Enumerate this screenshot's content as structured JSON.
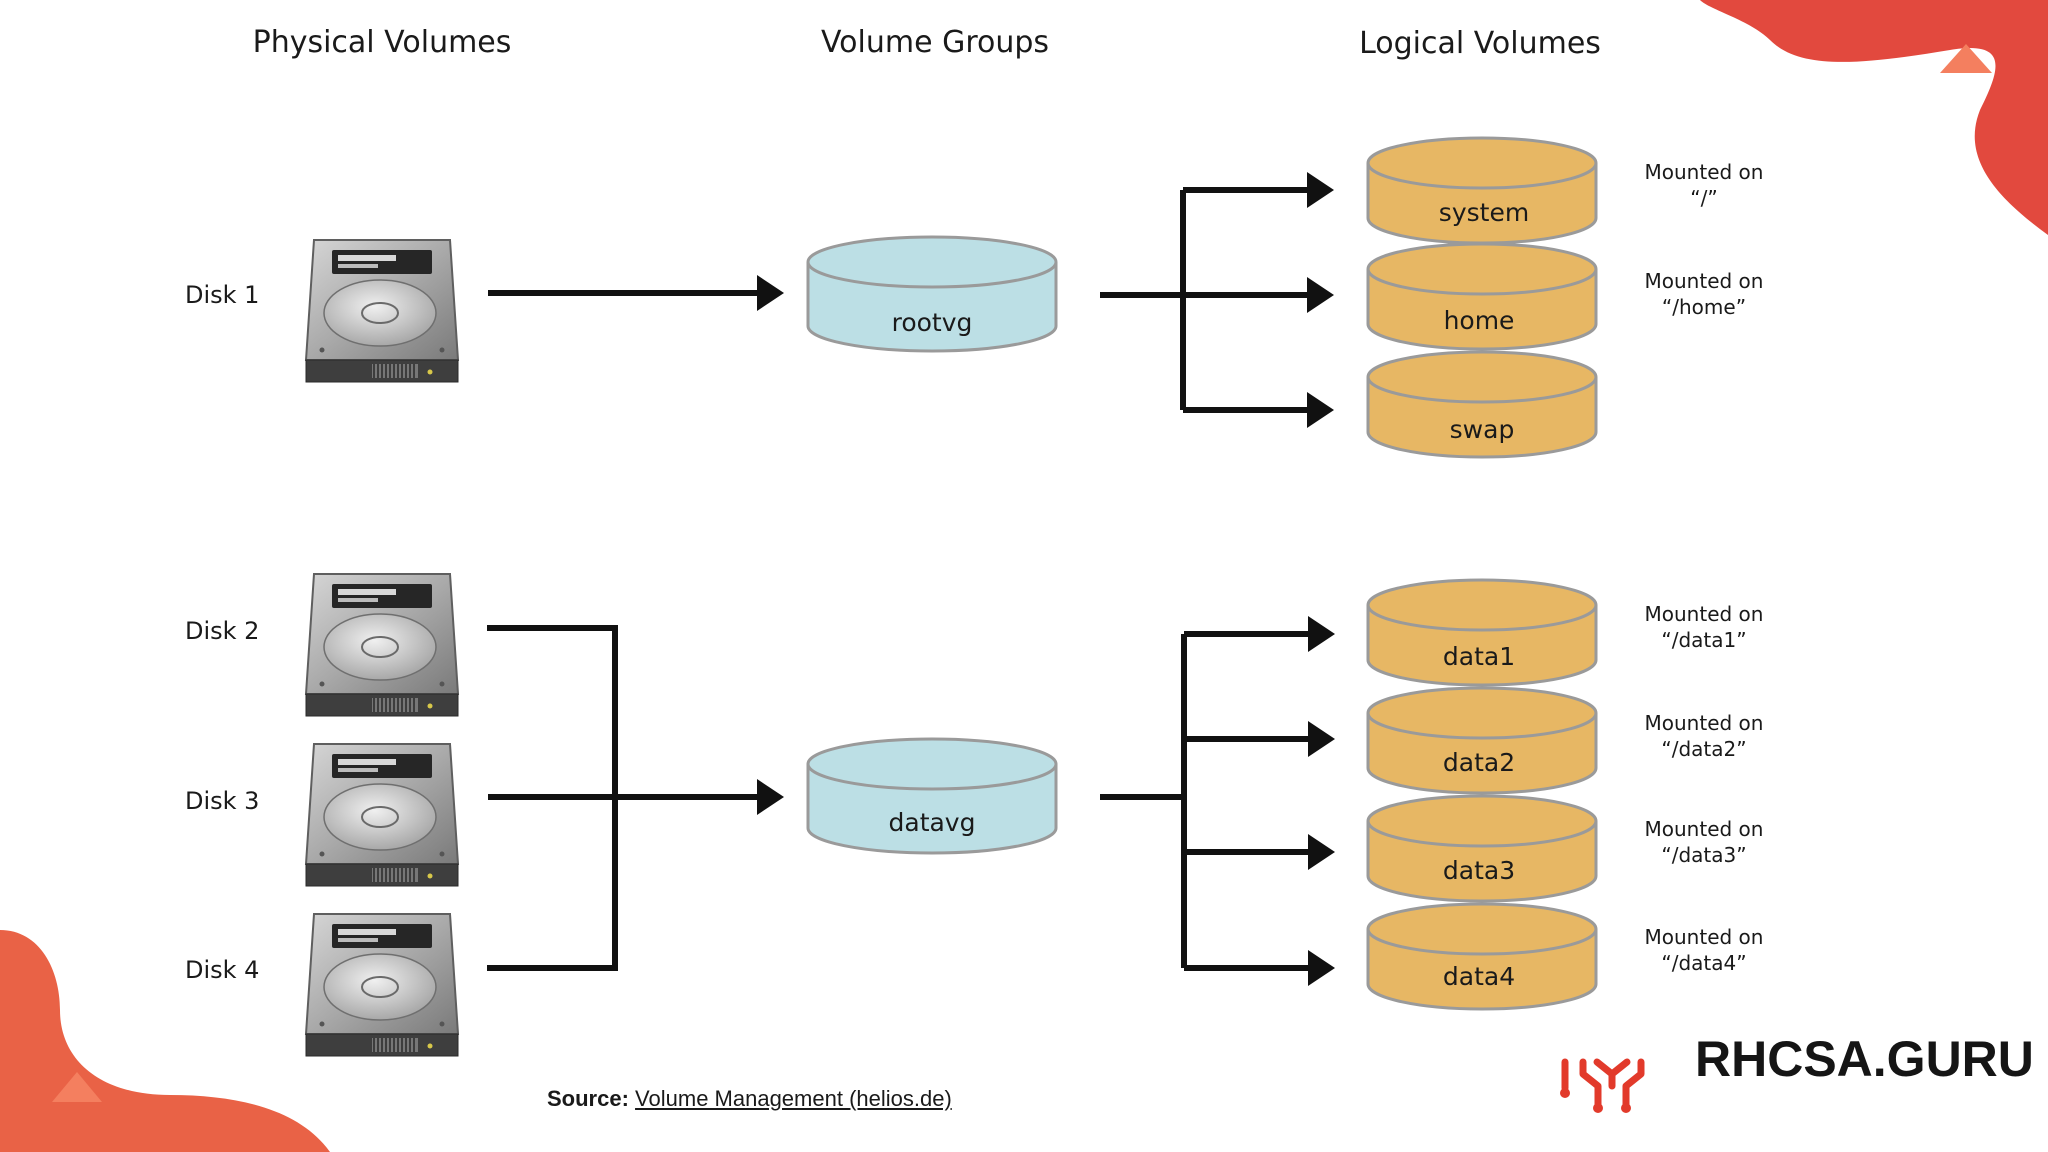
{
  "headers": {
    "physical": "Physical Volumes",
    "groups": "Volume Groups",
    "logical": "Logical Volumes"
  },
  "disks": [
    "Disk 1",
    "Disk 2",
    "Disk 3",
    "Disk 4"
  ],
  "volume_groups": [
    "rootvg",
    "datavg"
  ],
  "logical_volumes": [
    "system",
    "home",
    "swap",
    "data1",
    "data2",
    "data3",
    "data4"
  ],
  "mounts": [
    {
      "line1": "Mounted on",
      "line2": "“/”"
    },
    {
      "line1": "Mounted on",
      "line2": "“/home”"
    },
    {
      "line1": "Mounted on",
      "line2": "“/data1”"
    },
    {
      "line1": "Mounted on",
      "line2": "“/data2”"
    },
    {
      "line1": "Mounted on",
      "line2": "“/data3”"
    },
    {
      "line1": "Mounted on",
      "line2": "“/data4”"
    }
  ],
  "source": {
    "label": "Source:",
    "link_text": "Volume Management (helios.de)"
  },
  "brand": {
    "text": "RHCSA.GURU"
  },
  "icons": {
    "disk": "hard-drive-icon",
    "logo": "circuit-logo-icon",
    "triangle": "triangle-icon"
  },
  "colors": {
    "volume_group_fill": "#bcdfe5",
    "logical_volume_fill": "#e7b764",
    "cylinder_stroke": "#9a9a9a",
    "arrow": "#111111",
    "accent_red": "#e03a2e"
  }
}
